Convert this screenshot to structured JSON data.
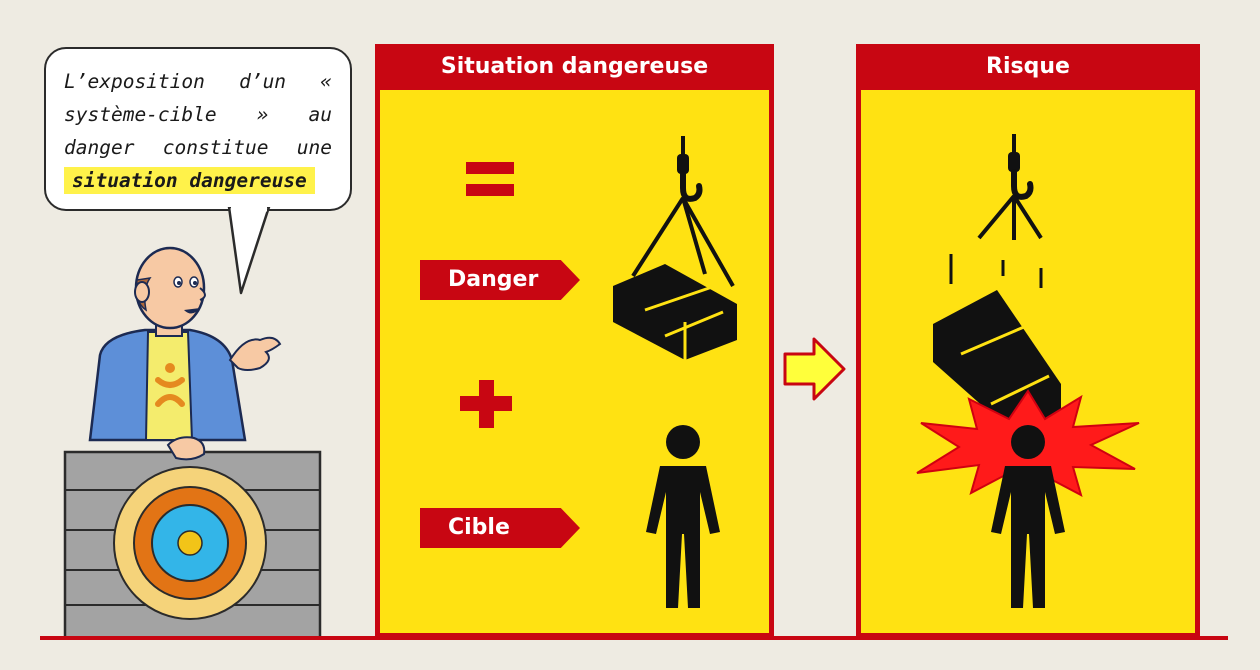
{
  "bubble": {
    "text": "L’exposition d’un « système-cible » au danger constitue une",
    "highlight": "situation dangereuse"
  },
  "panels": {
    "situation": {
      "title": "Situation dangereuse",
      "danger_label": "Danger",
      "cible_label": "Cible"
    },
    "risque": {
      "title": "Risque"
    }
  },
  "colors": {
    "red": "#c80612",
    "yellow": "#ffe212",
    "highlight": "#fff24a",
    "explosion": "#ff1a1a",
    "background": "#eeebe2"
  },
  "icons": [
    "crane-hook-icon",
    "suspended-load-icon",
    "person-icon",
    "explosion-icon",
    "target-icon",
    "plus-icon",
    "equals-icon",
    "arrow-right-icon"
  ]
}
